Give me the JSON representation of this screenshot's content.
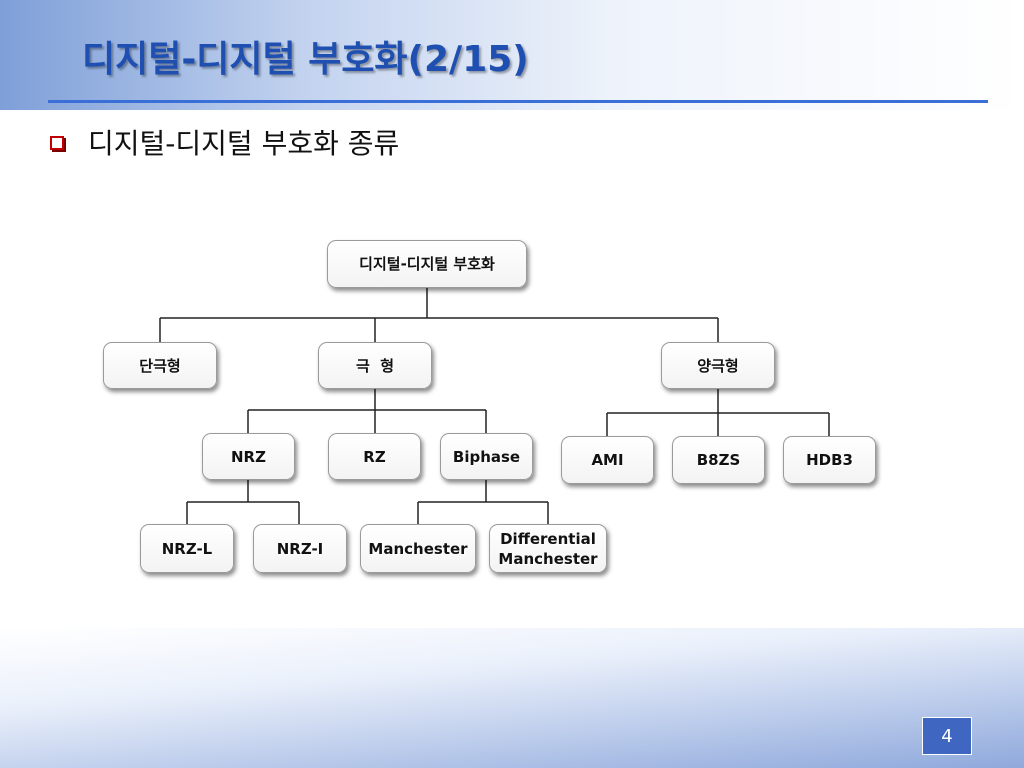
{
  "slide": {
    "title": "디지털-디지털 부호화(2/15)",
    "bullet": "디지털-디지털 부호화 종류",
    "page_number": "4"
  },
  "diagram": {
    "root": "디지털-디지털 부호화",
    "categories": {
      "unipolar": "단극형",
      "polar": "극  형",
      "bipolar": "양극형"
    },
    "polar_children": {
      "nrz": "NRZ",
      "rz": "RZ",
      "biphase": "Biphase"
    },
    "bipolar_children": {
      "ami": "AMI",
      "b8zs": "B8ZS",
      "hdb3": "HDB3"
    },
    "nrz_children": {
      "nrz_l": "NRZ-L",
      "nrz_i": "NRZ-I"
    },
    "biphase_children": {
      "manchester": "Manchester",
      "diff_manchester": "Differential\nManchester"
    }
  },
  "colors": {
    "title": "#1f4fb0",
    "rule": "#3a6fd8",
    "bullet": "#c00000",
    "page_badge": "#3f66c0"
  }
}
